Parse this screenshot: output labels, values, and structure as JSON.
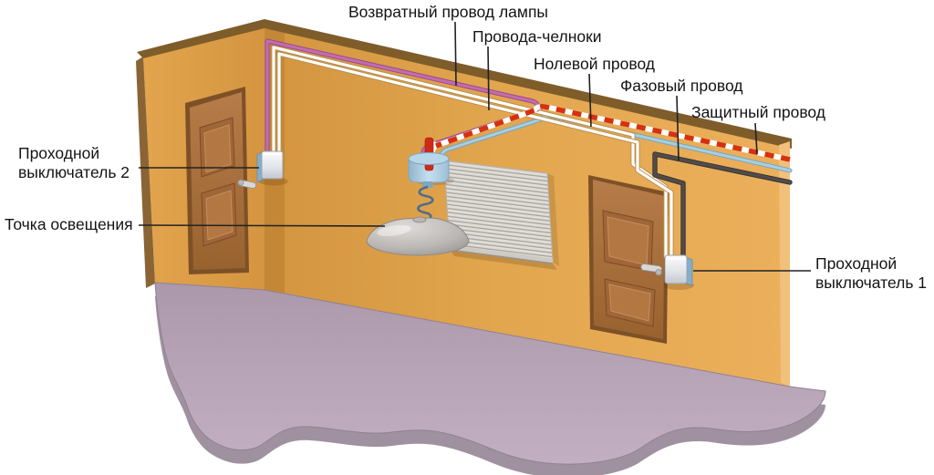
{
  "diagram": {
    "labels": {
      "return_wire": "Возвратный провод лампы",
      "shuttle_wires": "Провода-челноки",
      "neutral_wire": "Нолевой провод",
      "phase_wire": "Фазовый провод",
      "protective_wire": "Защитный провод",
      "lighting_point": "Точка освещения",
      "switch2_line1": "Проходной",
      "switch2_line2": "выключатель 2",
      "switch1_line1": "Проходной",
      "switch1_line2": "выключатель 1"
    },
    "wire_colors": {
      "return_wire": "#c36dae",
      "shuttle_wires": "#ffffff",
      "neutral_wire": "#a9cede",
      "phase_wire": "#514c49",
      "protective_wire": "#d6310e"
    },
    "scene_colors": {
      "wall": "#dda24f",
      "wall_top_edge": "#7e5d2a",
      "wall_right_edge": "#f1c07b",
      "floor": "#b4a0b3",
      "floor_side": "#9f91a0",
      "door": "#a96f3d",
      "background": "#ffffff",
      "label_text": "#141414"
    }
  }
}
